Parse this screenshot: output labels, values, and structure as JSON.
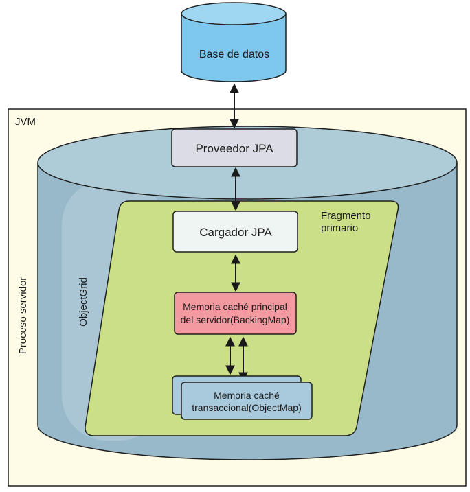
{
  "database": {
    "label": "Base de datos"
  },
  "process": {
    "label": "Proceso servidor",
    "jvm_label": "JVM"
  },
  "grid": {
    "label": "ObjectGrid"
  },
  "shard": {
    "label_line1": "Fragmento",
    "label_line2": "primario"
  },
  "components": {
    "jpa_provider": "Proveedor JPA",
    "jpa_loader": "Cargador JPA",
    "backing_map_line1": "Memoria caché principal",
    "backing_map_line2": "del servidor(BackingMap)",
    "object_map_line1": "Memoria caché",
    "object_map_line2": "transaccional(ObjectMap)"
  },
  "colors": {
    "database_fill": "#7ec8ee",
    "database_stroke": "#1f1f1f",
    "process_fill": "#fefbe6",
    "grid_body": "#97b9c9",
    "grid_top": "#aecbd8",
    "grid_highlight": "#b9d2de",
    "shard_fill": "#cbdf87",
    "provider_fill": "#dcdce6",
    "loader_fill": "#eef5f3",
    "backing_map_fill": "#f39aa0",
    "object_map_fill": "#a9c9dc",
    "line": "#1a1a1a"
  }
}
